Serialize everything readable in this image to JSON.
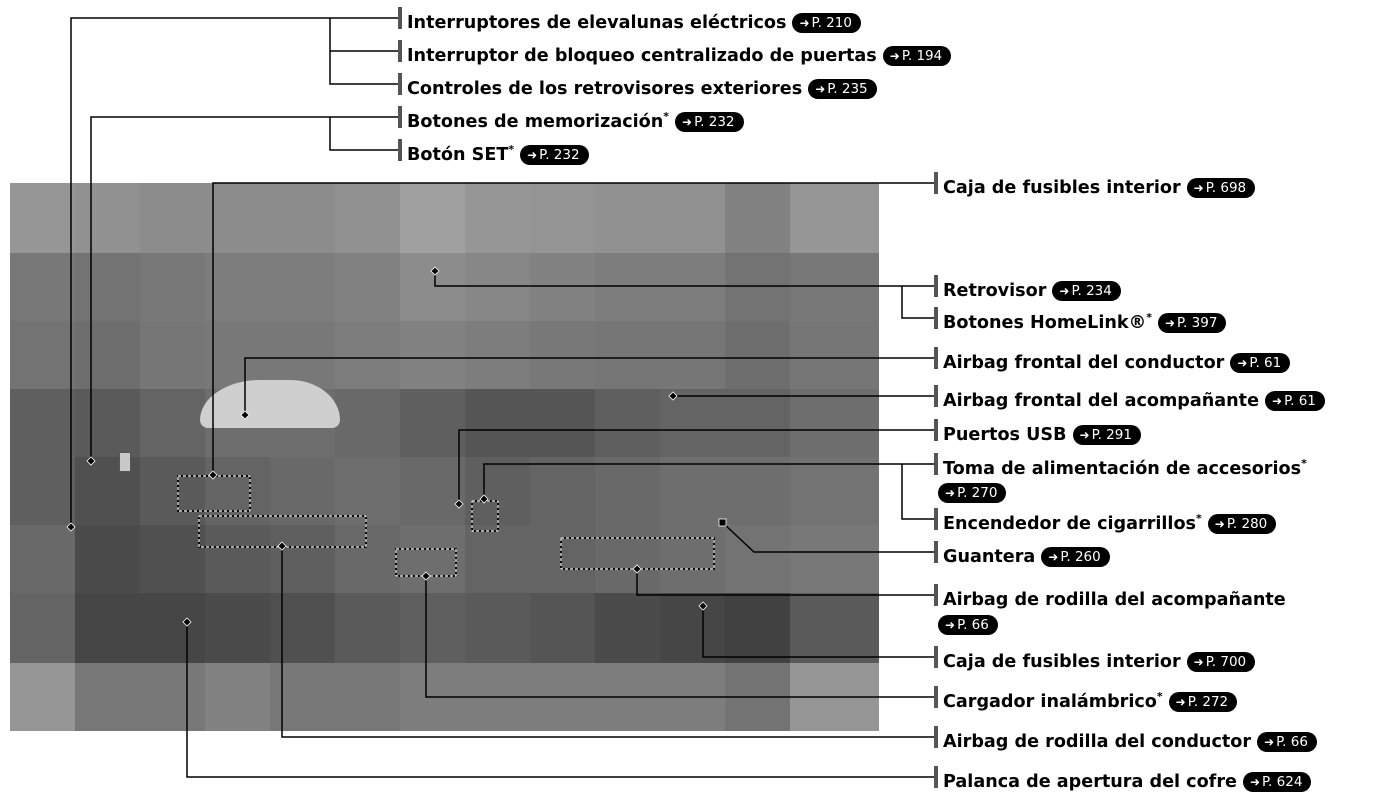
{
  "labels": [
    {
      "id": "elevalunas",
      "text": "Interruptores de elevalunas eléctricos",
      "star": "",
      "ref": "P. 210"
    },
    {
      "id": "bloqueo-puertas",
      "text": "Interruptor de bloqueo centralizado de puertas",
      "star": "",
      "ref": "P. 194"
    },
    {
      "id": "retrovisores-exteriores",
      "text": "Controles de los retrovisores exteriores",
      "star": "",
      "ref": "P. 235"
    },
    {
      "id": "memorizacion",
      "text": "Botones de memorización",
      "star": "*",
      "ref": "P. 232"
    },
    {
      "id": "boton-set",
      "text": "Botón SET",
      "star": "*",
      "ref": "P. 232"
    },
    {
      "id": "fusibles-interior-1",
      "text": "Caja de fusibles interior",
      "star": "",
      "ref": "P. 698"
    },
    {
      "id": "retrovisor",
      "text": "Retrovisor",
      "star": "",
      "ref": "P. 234"
    },
    {
      "id": "homelink",
      "text": "Botones HomeLink®",
      "star": "*",
      "ref": "P. 397"
    },
    {
      "id": "airbag-conductor",
      "text": "Airbag frontal del conductor",
      "star": "",
      "ref": "P. 61"
    },
    {
      "id": "airbag-acompanante",
      "text": "Airbag frontal del acompañante",
      "star": "",
      "ref": "P. 61"
    },
    {
      "id": "puertos-usb",
      "text": "Puertos USB",
      "star": "",
      "ref": "P. 291"
    },
    {
      "id": "toma-accesorios",
      "text": "Toma de alimentación de accesorios",
      "star": "*",
      "ref": ""
    },
    {
      "id": "toma-accesorios-ref",
      "text": "",
      "star": "",
      "ref": "P. 270"
    },
    {
      "id": "encendedor",
      "text": "Encendedor de cigarrillos",
      "star": "*",
      "ref": "P. 280"
    },
    {
      "id": "guantera",
      "text": "Guantera",
      "star": "",
      "ref": "P. 260"
    },
    {
      "id": "rodilla-acompanante",
      "text": "Airbag de rodilla del acompañante",
      "star": "",
      "ref": ""
    },
    {
      "id": "rodilla-acompanante-ref",
      "text": "",
      "star": "",
      "ref": "P. 66"
    },
    {
      "id": "fusibles-interior-2",
      "text": "Caja de fusibles interior",
      "star": "",
      "ref": "P. 700"
    },
    {
      "id": "cargador",
      "text": "Cargador inalámbrico",
      "star": "*",
      "ref": "P. 272"
    },
    {
      "id": "rodilla-conductor",
      "text": "Airbag de rodilla del conductor",
      "star": "",
      "ref": "P. 66"
    },
    {
      "id": "palanca-cofre",
      "text": "Palanca de apertura del cofre",
      "star": "",
      "ref": "P. 624"
    }
  ],
  "colors": {
    "leader": "#000000",
    "label_bar": "#555555",
    "ref_badge": "#000000",
    "photo_bg": "#777777"
  },
  "icons": {
    "ref_arrow": "right-arrow-icon"
  }
}
